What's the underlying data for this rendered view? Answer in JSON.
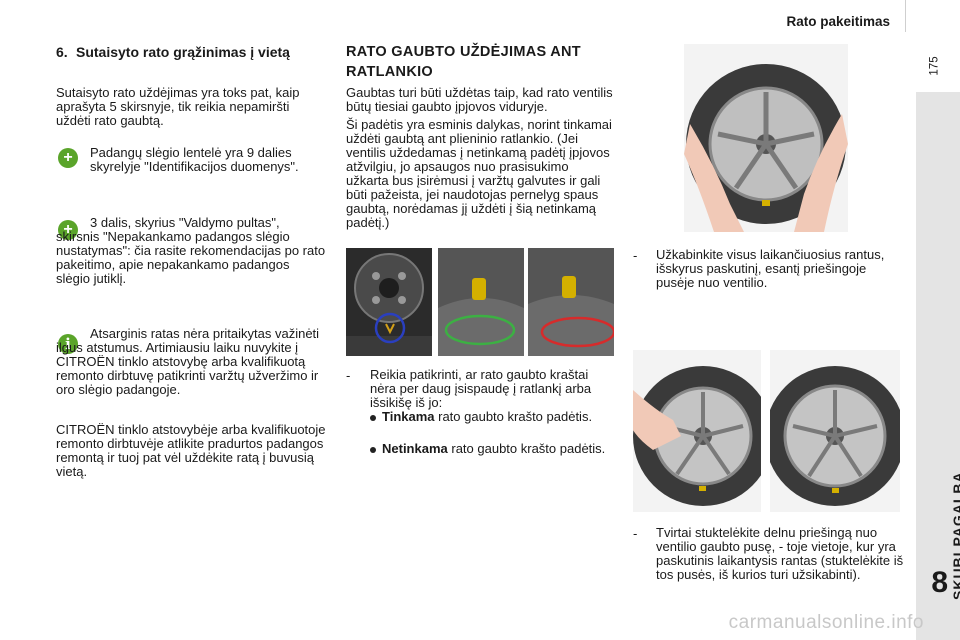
{
  "header": {
    "title": "Rato pakeitimas",
    "page_number": "175"
  },
  "tab": {
    "label": "SKUBI PAGALBA",
    "chapter": "8"
  },
  "left": {
    "heading_num": "6.",
    "heading_text": "Sutaisyto rato grąžinimas į vietą",
    "intro": "Sutaisyto rato uždėjimas yra toks pat, kaip aprašyta 5 skirsnyje, tik reikia nepamiršti uždėti rato gaubtą.",
    "note1": "Padangų slėgio lentelė yra 9 dalies skyrelyje \"Identifikacijos duomenys\".",
    "note2": "3 dalis, skyrius \"Valdymo pultas\", skirsnis \"Nepakankamo padangos slėgio nustatymas\": čia rasite rekomendacijas po rato pakeitimo, apie nepakankamo padangos slėgio jutiklį.",
    "info1": "Atsarginis ratas nėra pritaikytas važinėti ilgus atstumus. Artimiausiu laiku nuvykite į CITROËN tinklo atstovybę arba kvalifikuotą remonto dirbtuvę patikrinti varžtų užveržimo ir oro slėgio padangoje.",
    "info2": "CITROËN tinklo atstovybėje arba kvalifikuotoje remonto dirbtuvėje atlikite pradurtos padangos remontą ir tuoj pat vėl uždėkite ratą į buvusią vietą."
  },
  "middle": {
    "heading": "RATO GAUBTO UŽDĖJIMAS ANT RATLANKIO",
    "p1": "Gaubtas turi būti uždėtas taip, kad rato ventilis būtų tiesiai gaubto įpjovos viduryje.",
    "p2": "Ši padėtis yra esminis dalykas, norint tinkamai uždėti gaubtą ant plieninio ratlankio. (Jei ventilis uždedamas į netinkamą padėtį įpjovos atžvilgiu, jo apsaugos nuo prasisukimo užkarta bus įsirėmusi į varžtų galvutes ir gali būti pažeista, jei naudotojas perne­lyg spaus gaubtą, norėdamas jį uždėti į šią netinkamą padėtį.)",
    "check_dash": "-",
    "check": "Reikia patikrinti, ar rato gaubto kraštai nėra per daug įsispaudę į ratlankį arba išsikišę iš jo:",
    "b1_bold": "Tinkama",
    "b1_text": " rato gaubto krašto padėtis.",
    "b2_bold": "Netinkama",
    "b2_text": " rato gaubto krašto padėtis."
  },
  "right": {
    "s1_dash": "-",
    "s1": "Užkabinkite visus laikančiuosius rantus, išskyrus paskutinį, esantį priešingoje pusėje nuo ventilio.",
    "s2_dash": "-",
    "s2": "Tvirtai stuktelėkite delnu priešingą nuo ventilio gaubto pusę, - toje vietoje, kur yra paskutinis laikantysis rantas (stuktelėkite iš tos pusės, iš kurios turi užsikabinti)."
  },
  "watermark": "carmanualsonline.info",
  "colors": {
    "green_icon": "#5aa42a",
    "correct_circle": "#3cb043",
    "wrong_circle": "#d62b2b",
    "valve_circle": "#2a3fbf"
  }
}
